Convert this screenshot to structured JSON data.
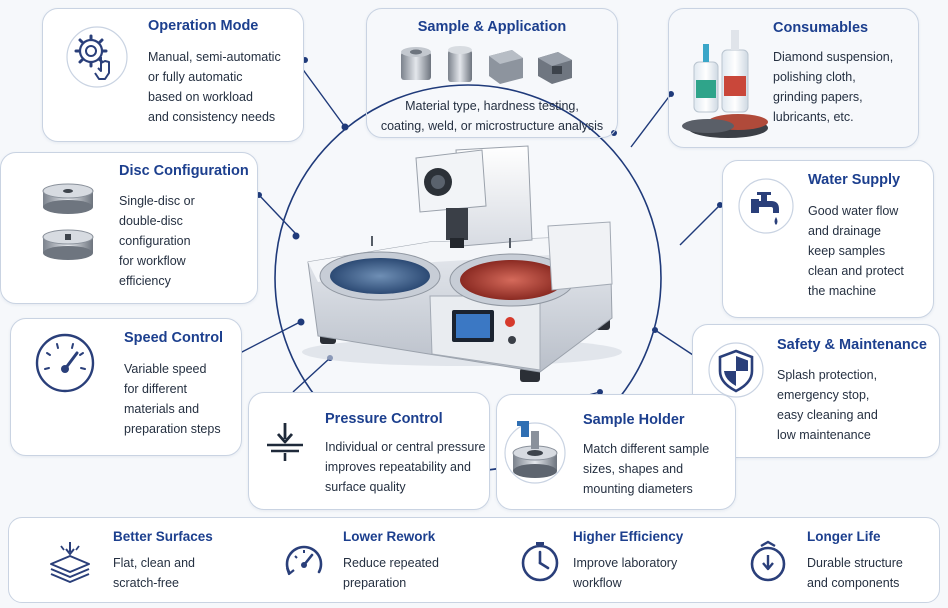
{
  "colors": {
    "accent": "#1c3f8e",
    "border": "#c9d3e2",
    "text": "#253041",
    "icon": "#2a3f7a"
  },
  "cards": {
    "operation_mode": {
      "title": "Operation Mode",
      "icon": "gear-hand-icon",
      "lines": [
        "Manual, semi-automatic",
        "or fully automatic",
        "based on workload",
        "and consistency needs"
      ]
    },
    "sample_application": {
      "title": "Sample & Application",
      "icon": "sample-specimens",
      "lines": [
        "Material type, hardness testing,",
        "coating, weld, or microstructure analysis"
      ]
    },
    "consumables": {
      "title": "Consumables",
      "icon": "bottles-and-discs",
      "lines": [
        "Diamond suspension,",
        "polishing cloth,",
        "grinding papers,",
        "lubricants, etc."
      ]
    },
    "disc_configuration": {
      "title": "Disc Configuration",
      "icon": "discs-icon",
      "lines": [
        "Single-disc or",
        "double-disc",
        "configuration",
        "for workflow",
        "efficiency"
      ]
    },
    "water_supply": {
      "title": "Water Supply",
      "icon": "faucet-icon",
      "lines": [
        "Good water flow",
        "and drainage",
        "keep samples",
        "clean and protect",
        "the machine"
      ]
    },
    "speed_control": {
      "title": "Speed Control",
      "icon": "speedometer-icon",
      "lines": [
        "Variable speed",
        "for different",
        "materials and",
        "preparation steps"
      ]
    },
    "safety_maintenance": {
      "title": "Safety & Maintenance",
      "icon": "shield-icon",
      "lines": [
        "Splash protection,",
        "emergency stop,",
        "easy cleaning and",
        "low maintenance"
      ]
    },
    "pressure_control": {
      "title": "Pressure Control",
      "icon": "pressure-icon",
      "lines": [
        "Individual or central pressure",
        "improves repeatability and",
        "surface quality"
      ]
    },
    "sample_holder": {
      "title": "Sample Holder",
      "icon": "sample-holder-icon",
      "lines": [
        "Match different sample",
        "sizes, shapes and",
        "mounting diameters"
      ]
    }
  },
  "benefits": [
    {
      "title": "Better Surfaces",
      "icon": "layers-icon",
      "lines": [
        "Flat, clean and",
        "scratch-free"
      ]
    },
    {
      "title": "Lower Rework",
      "icon": "gauge-icon",
      "lines": [
        "Reduce repeated",
        "preparation"
      ]
    },
    {
      "title": "Higher Efficiency",
      "icon": "clock-icon",
      "lines": [
        "Improve laboratory",
        "workflow"
      ]
    },
    {
      "title": "Longer Life",
      "icon": "durable-icon",
      "lines": [
        "Durable structure",
        "and components"
      ]
    }
  ]
}
